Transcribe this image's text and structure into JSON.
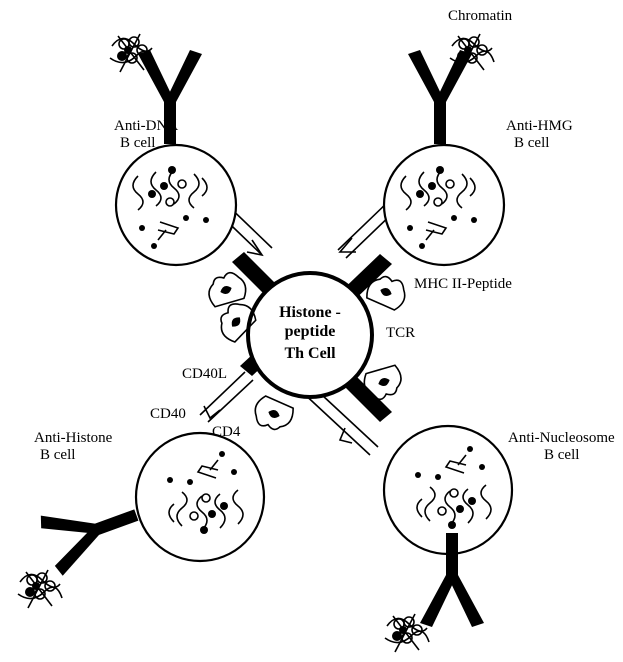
{
  "labels": {
    "chromatin": "Chromatin",
    "anti_dna_l1": "Anti-DNA",
    "anti_dna_l2": "B cell",
    "anti_hmg_l1": "Anti-HMG",
    "anti_hmg_l2": "B cell",
    "anti_histone_l1": "Anti-Histone",
    "anti_histone_l2": "B cell",
    "anti_nucleosome_l1": "Anti-Nucleosome",
    "anti_nucleosome_l2": "B cell",
    "th_l1": "Histone -",
    "th_l2": "peptide",
    "th_l3": "Th Cell",
    "mhc": "MHC II-Peptide",
    "tcr": "TCR",
    "cd40l": "CD40L",
    "cd40": "CD40",
    "cd4": "CD4"
  },
  "colors": {
    "ink": "#000000",
    "background": "#ffffff"
  }
}
